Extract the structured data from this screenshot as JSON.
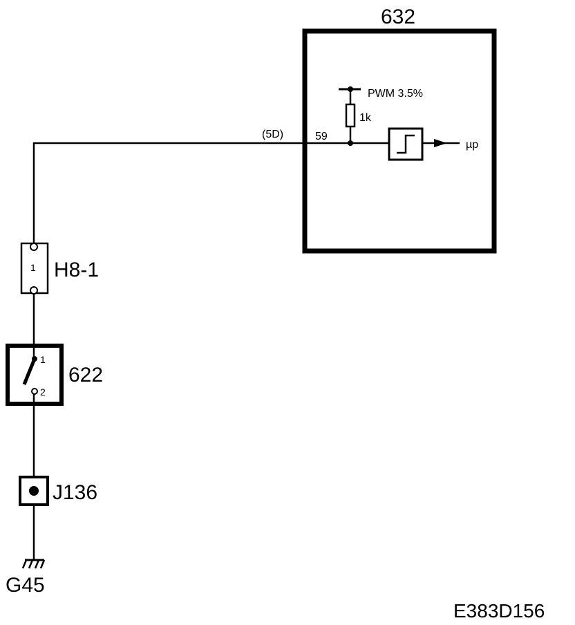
{
  "diagram": {
    "module": {
      "id": "632",
      "pin": "59",
      "wire_code": "(5D)",
      "pullup_label": "PWM 3.5%",
      "resistor_label": "1k",
      "output_label": "µp"
    },
    "connector": {
      "id": "H8-1",
      "pin": "1"
    },
    "switch": {
      "id": "622",
      "pin_top": "1",
      "pin_bottom": "2"
    },
    "junction": {
      "id": "J136"
    },
    "ground": {
      "id": "G45"
    },
    "figure_code": "E383D156"
  }
}
